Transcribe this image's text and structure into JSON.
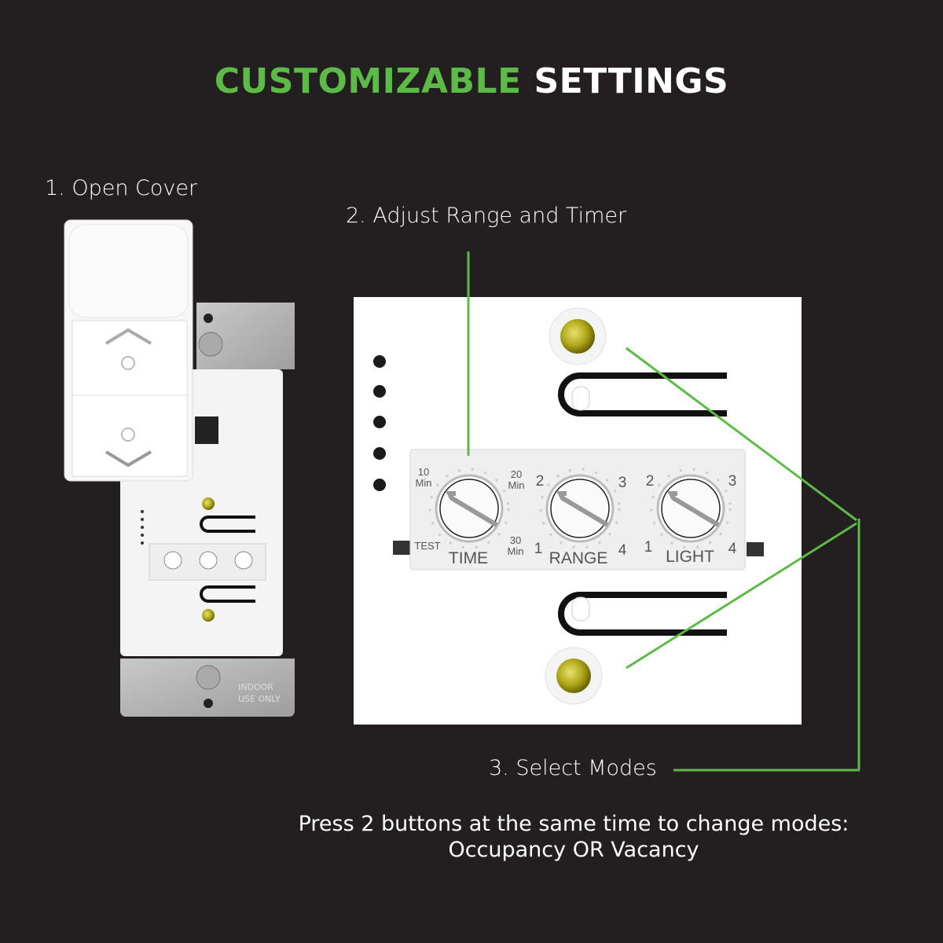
{
  "title": {
    "accent": "CUSTOMIZABLE",
    "rest": "SETTINGS"
  },
  "steps": {
    "open_cover": "1. Open Cover",
    "adjust": "2. Adjust Range and Timer",
    "select_modes": "3. Select Modes"
  },
  "note": {
    "line1": "Press 2 buttons at the same time to change modes:",
    "line2": "Occupancy OR Vacancy"
  },
  "dials": {
    "time": {
      "label": "TIME",
      "top_left": "10",
      "top_left_unit": "Min",
      "top_right": "20",
      "top_right_unit": "Min",
      "bottom_left": "TEST",
      "bottom_right": "30",
      "bottom_right_unit": "Min"
    },
    "range": {
      "label": "RANGE",
      "tl": "2",
      "tr": "3",
      "bl": "1",
      "br": "4"
    },
    "light": {
      "label": "LIGHT",
      "tl": "2",
      "tr": "3",
      "bl": "1",
      "br": "4"
    }
  },
  "plate_text": {
    "line1": "INDOOR",
    "line2": "USE ONLY"
  },
  "colors": {
    "background": "#231f20",
    "accent": "#5cbb46",
    "led": "#b5b020"
  }
}
